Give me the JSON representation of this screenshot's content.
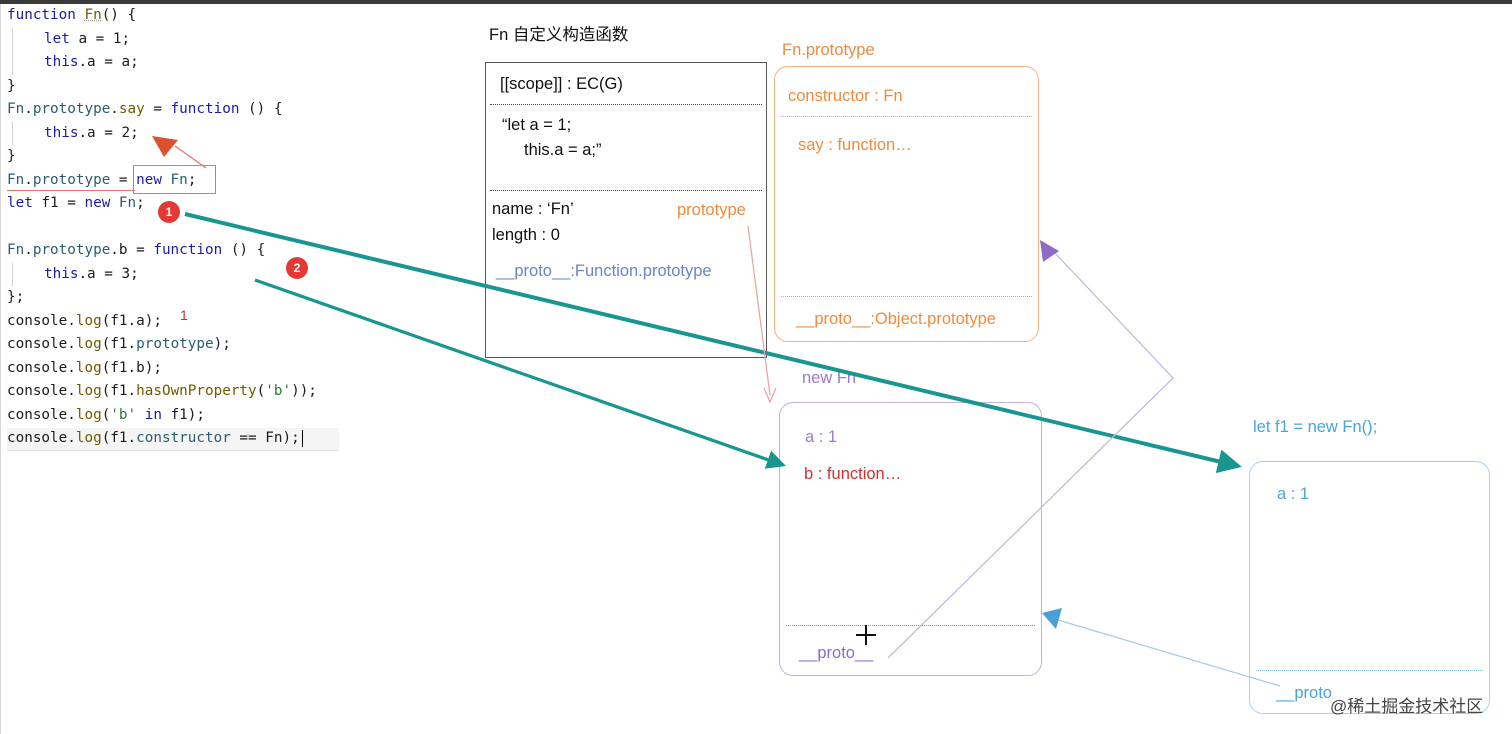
{
  "code": {
    "line1": {
      "kw": "function",
      "name": "Fn",
      "rest": "() {"
    },
    "line2": {
      "kw": "let",
      "rest": "a = 1;"
    },
    "line3": {
      "kw": "this",
      "rest": ".a = a;"
    },
    "line4": "}",
    "line5": {
      "obj": "Fn",
      "dot1": ".",
      "proto": "prototype",
      "dot2": ".",
      "say": "say",
      "eq": " = ",
      "kw": "function",
      "rest": " () {"
    },
    "line6": {
      "kw": "this",
      "rest": ".a = 2;"
    },
    "line7": "}",
    "line8": {
      "obj": "Fn",
      "dot": ".",
      "proto": "prototype",
      "eq": " = ",
      "kw": "new",
      "name": " Fn",
      "end": ";"
    },
    "line9": {
      "kw1": "let",
      "var": " f1 = ",
      "kw2": "new",
      "name": " Fn",
      "end": ";"
    },
    "line10": {
      "obj": "Fn",
      "dot1": ".",
      "proto": "prototype",
      "dot2": ".",
      "prop": "b",
      "eq": " = ",
      "kw": "function",
      "rest": " () {"
    },
    "line11": {
      "kw": "this",
      "rest": ".a = 3;"
    },
    "line12": "};",
    "line13": {
      "c": "console",
      "dot": ".",
      "fn": "log",
      "arg": "(f1.a);"
    },
    "line14": {
      "c": "console",
      "dot": ".",
      "fn": "log",
      "arg": "(f1.",
      "prop": "prototype",
      "end": ");"
    },
    "line15": {
      "c": "console",
      "dot": ".",
      "fn": "log",
      "arg": "(f1.b);"
    },
    "line16": {
      "c": "console",
      "dot": ".",
      "fn": "log",
      "arg": "(f1.",
      "fn2": "hasOwnProperty",
      "open": "(",
      "str": "'b'",
      "end": "));"
    },
    "line17": {
      "c": "console",
      "dot": ".",
      "fn": "log",
      "open": "(",
      "str": "'b'",
      "kw": " in",
      "end": " f1);"
    },
    "line18": {
      "c": "console",
      "dot": ".",
      "fn": "log",
      "arg": "(f1.",
      "prop": "constructor",
      "end": " == Fn);"
    },
    "note_output": "1"
  },
  "badges": {
    "one": "1",
    "two": "2"
  },
  "fn_box": {
    "title": "Fn 自定义构造函数",
    "scope": "[[scope]] : EC(G)",
    "body_line1": "“let a = 1;",
    "body_line2": "this.a = a;”",
    "name": "name : ‘Fn’",
    "length": "length : 0",
    "proto": "__proto__:Function.prototype",
    "prototype_label": "prototype"
  },
  "prototype_box": {
    "title": "Fn.prototype",
    "constructor": "constructor : Fn",
    "say": "say : function…",
    "proto": "__proto__:Object.prototype"
  },
  "new_fn_box": {
    "title": "new Fn",
    "a": "a : 1",
    "b": "b : function…",
    "proto": "__proto__"
  },
  "f1_box": {
    "title": "let f1 = new Fn();",
    "a": "a : 1",
    "proto": "__proto"
  },
  "watermark": "@稀土掘金技术社区",
  "colors": {
    "keyword": "#1d1ba6",
    "orange": "#f08a3c",
    "purple": "#8e6bc4",
    "blue": "#4aa3d8",
    "teal_arrow": "#1a9690",
    "red": "#d32f2f"
  }
}
